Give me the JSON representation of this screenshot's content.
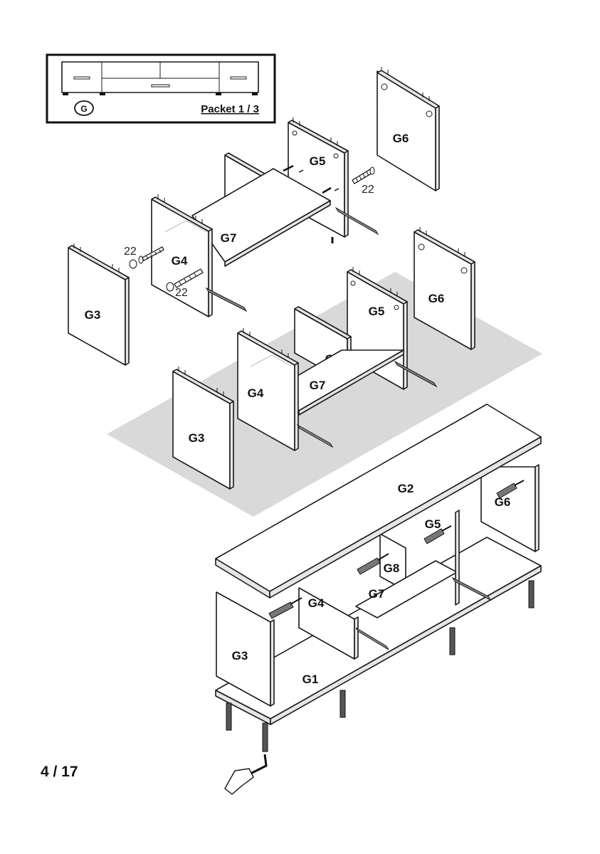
{
  "packet_box": {
    "badge": "G",
    "packet_label": "Packet 1 / 3"
  },
  "labels": {
    "g1": "G1",
    "g2": "G2",
    "g3": "G3",
    "g4": "G4",
    "g5": "G5",
    "g6": "G6",
    "g7": "G7",
    "g8": "G8"
  },
  "fittings": {
    "fitting_22": "22"
  },
  "page_number": "4 / 17",
  "colors": {
    "line": "#1a1a1a",
    "shadow": "#d9d9d9",
    "edge": "#e6e6e6",
    "rail": "#8a8a8a"
  },
  "icons": [
    "screw-icon",
    "screwdriver-icon",
    "hand-with-allen-key-icon",
    "drawer-slide-rail-icon"
  ]
}
